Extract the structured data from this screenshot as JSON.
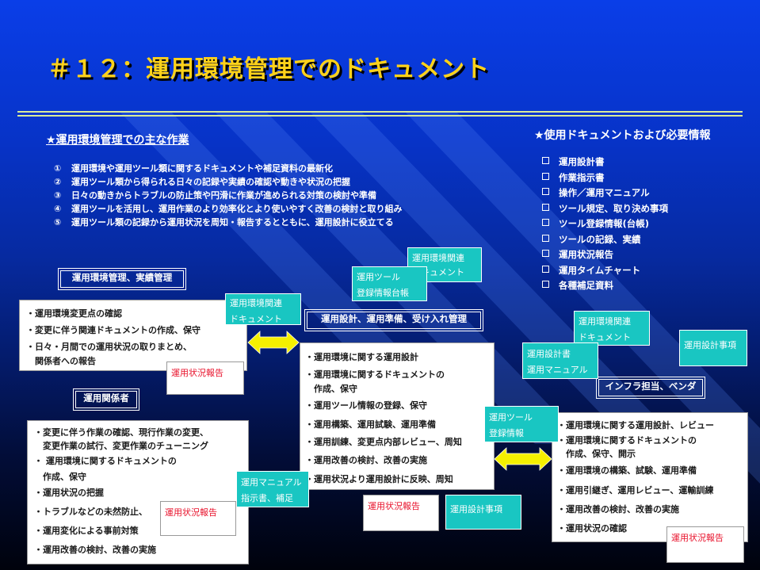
{
  "title": "＃１２：運用環境管理でのドキュメント",
  "tasks_section": {
    "heading": "★運用環境管理での主な作業",
    "items": [
      {
        "num": "①",
        "text": "運用環境や運用ツール類に関するドキュメントや補足資料の最新化"
      },
      {
        "num": "②",
        "text": "運用ツール類から得られる日々の記録や実績の確認や動きや状況の把握"
      },
      {
        "num": "③",
        "text": "日々の動きからトラブルの防止策や円滑に作業が進められる対策の検討や準備"
      },
      {
        "num": "④",
        "text": "運用ツールを活用し、運用作業のより効率化とより使いやすく改善の検討と取り組み"
      },
      {
        "num": "⑤",
        "text": "運用ツール類の記録から運用状況を周知・報告するとともに、運用設計に役立てる"
      }
    ]
  },
  "docs_section": {
    "heading": "★使用ドキュメントおよび必要情報",
    "items": [
      "運用設計書",
      "作業指示書",
      "操作／運用マニュアル",
      "ツール規定、取り決め事項",
      "ツール登録情報(台帳)",
      "ツールの記録、実績",
      "運用状況報告",
      "運用タイムチャート",
      "各種補足資料"
    ]
  },
  "labels": {
    "env_mgmt": "運用環境管理、実績管理",
    "ops_staff": "運用関係者",
    "design": "運用設計、運用準備、受け入れ管理",
    "infra": "インフラ担当、ベンダ"
  },
  "panels": {
    "env_mgmt": [
      "・運用環境変更点の確認",
      "・変更に伴う関連ドキュメントの作成、保守",
      "・日々・月間での運用状況の取りまとめ、",
      "　関係者への報告"
    ],
    "ops_staff": [
      "・変更に伴う作業の確認、現行作業の変更、",
      "　変更作業の試行、変更作業のチューニング",
      "・ 運用環境に関するドキュメントの",
      "　作成、保守",
      "・運用状況の把握",
      "・トラブルなどの未然防止、",
      "・運用変化による事前対策",
      "・運用改善の検討、改善の実施"
    ],
    "design": [
      "・運用環境に関する運用設計",
      "・運用環境に関するドキュメントの",
      "　作成、保守",
      "・運用ツール情報の登録、保守",
      "・運用構築、運用試験、運用準備",
      "・運用訓練、変更点内部レビュー、周知",
      "・運用改善の検討、改善の実施",
      "・運用状況より運用設計に反映、周知"
    ],
    "infra": [
      "・運用環境に関する運用設計、レビュー",
      "・運用環境に関するドキュメントの",
      "　作成、保守、開示",
      "・運用環境の構築、試験、運用準備",
      "・運用引継ぎ、運用レビュー、運輸訓練",
      "・運用改善の検討、改善の実施",
      "・運用状況の確認"
    ]
  },
  "doc_tags": {
    "env_doc_1": [
      "運用環境関連",
      "ドキュメント"
    ],
    "env_doc_2": [
      "運用環境関連",
      "ドキュメント"
    ],
    "env_doc_3": [
      "運用環境関連",
      "ドキュメント"
    ],
    "tool_reg": [
      "運用ツール",
      "登録情報台帳"
    ],
    "tool_reg_2": [
      "運用ツール",
      "登録情報"
    ],
    "design_manual": [
      "運用設計書",
      "運用マニュアル"
    ],
    "design_matters": "運用設計事項",
    "design_matters_2": "運用設計事項",
    "manual_instr": [
      "運用マニュアル",
      "指示書、補足"
    ],
    "status_report_1": "運用状況報告",
    "status_report_2": "運用状況報告",
    "status_report_3": "運用状況報告",
    "status_report_4": "運用状況報告"
  },
  "colors": {
    "background_top": "#0a3ee8",
    "background_bottom": "#00020c",
    "title": "#ffd21a",
    "tag": "#19c6c2",
    "arrow": "#f5f000",
    "report_text": "#e8102a"
  }
}
